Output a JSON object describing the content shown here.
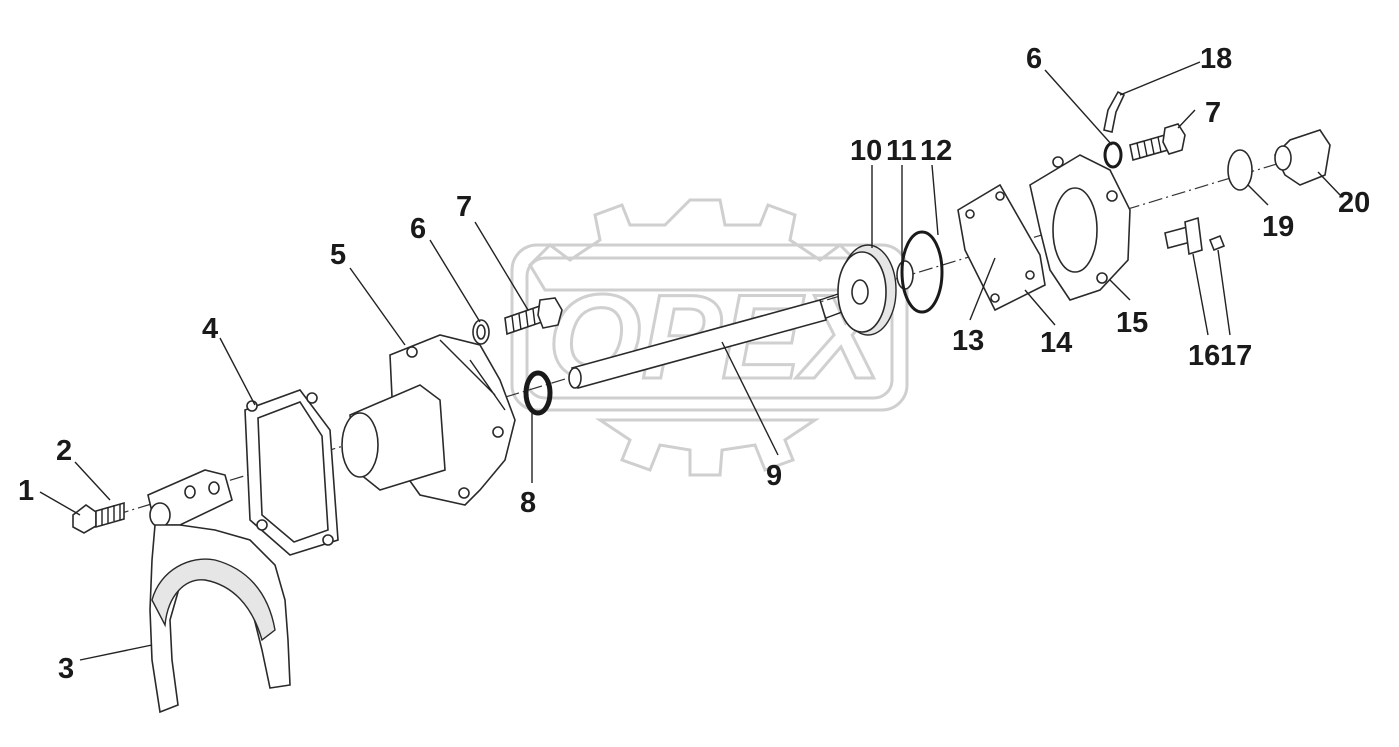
{
  "watermark": {
    "text": "OPEX"
  },
  "callouts": [
    {
      "id": "c1",
      "label": "1"
    },
    {
      "id": "c2",
      "label": "2"
    },
    {
      "id": "c3",
      "label": "3"
    },
    {
      "id": "c4",
      "label": "4"
    },
    {
      "id": "c5",
      "label": "5"
    },
    {
      "id": "c6a",
      "label": "6"
    },
    {
      "id": "c7a",
      "label": "7"
    },
    {
      "id": "c8",
      "label": "8"
    },
    {
      "id": "c9",
      "label": "9"
    },
    {
      "id": "c10",
      "label": "10"
    },
    {
      "id": "c11",
      "label": "11"
    },
    {
      "id": "c12",
      "label": "12"
    },
    {
      "id": "c13",
      "label": "13"
    },
    {
      "id": "c14",
      "label": "14"
    },
    {
      "id": "c15",
      "label": "15"
    },
    {
      "id": "c16",
      "label": "16"
    },
    {
      "id": "c17",
      "label": "17"
    },
    {
      "id": "c6b",
      "label": "6"
    },
    {
      "id": "c7b",
      "label": "7"
    },
    {
      "id": "c18",
      "label": "18"
    },
    {
      "id": "c19",
      "label": "19"
    },
    {
      "id": "c20",
      "label": "20"
    }
  ]
}
